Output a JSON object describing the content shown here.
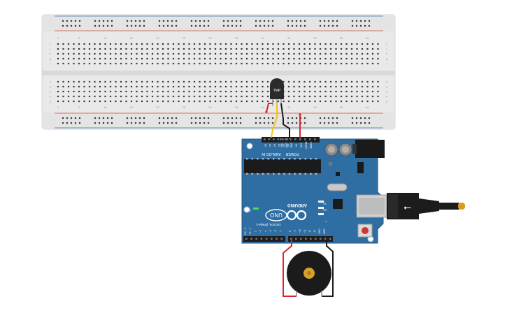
{
  "breadboard": {
    "column_numbers": [
      "1",
      "5",
      "10",
      "15",
      "20",
      "25",
      "30",
      "35",
      "40",
      "45",
      "50",
      "55",
      "60"
    ],
    "row_letters_top": [
      "j",
      "i",
      "h",
      "g",
      "f"
    ],
    "row_letters_bottom": [
      "e",
      "d",
      "c",
      "b",
      "a"
    ],
    "rail_colors": {
      "positive": "#d84a3a",
      "negative": "#3a6fb8"
    }
  },
  "sensor": {
    "label": "TMP"
  },
  "arduino": {
    "brand": "ARDUINO",
    "model": "UNO",
    "power_label": "POWER",
    "analog_label": "ANALOG IN",
    "digital_label": "DIGITAL (PWM~)",
    "on_label": "ON",
    "tx_label": "TX",
    "rx_label": "RX",
    "l_label": "L",
    "analog_pins": [
      "A5",
      "A4",
      "A3",
      "A2",
      "A1",
      "A0"
    ],
    "power_pins": [
      "VIN",
      "GND",
      "GND",
      "5V",
      "3.3V",
      "RESET",
      "IOREF"
    ],
    "digital_pins_left": [
      "RX←0",
      "TX→1",
      "2",
      "~3",
      "4",
      "~5",
      "~6",
      "7"
    ],
    "digital_pins_right": [
      "8",
      "~9",
      "~10",
      "~11",
      "12",
      "13",
      "GND",
      "AREF"
    ],
    "colors": {
      "board": "#2f6ea3",
      "board_dark": "#24577f",
      "header": "#1d1d1d"
    }
  },
  "usb": {
    "symbol": "⭠"
  },
  "wires": {
    "colors": {
      "red": "#d9262a",
      "black": "#1a1a1a",
      "yellow": "#f2c21a"
    }
  },
  "buzzer": {
    "color": "#1b1b1b"
  }
}
